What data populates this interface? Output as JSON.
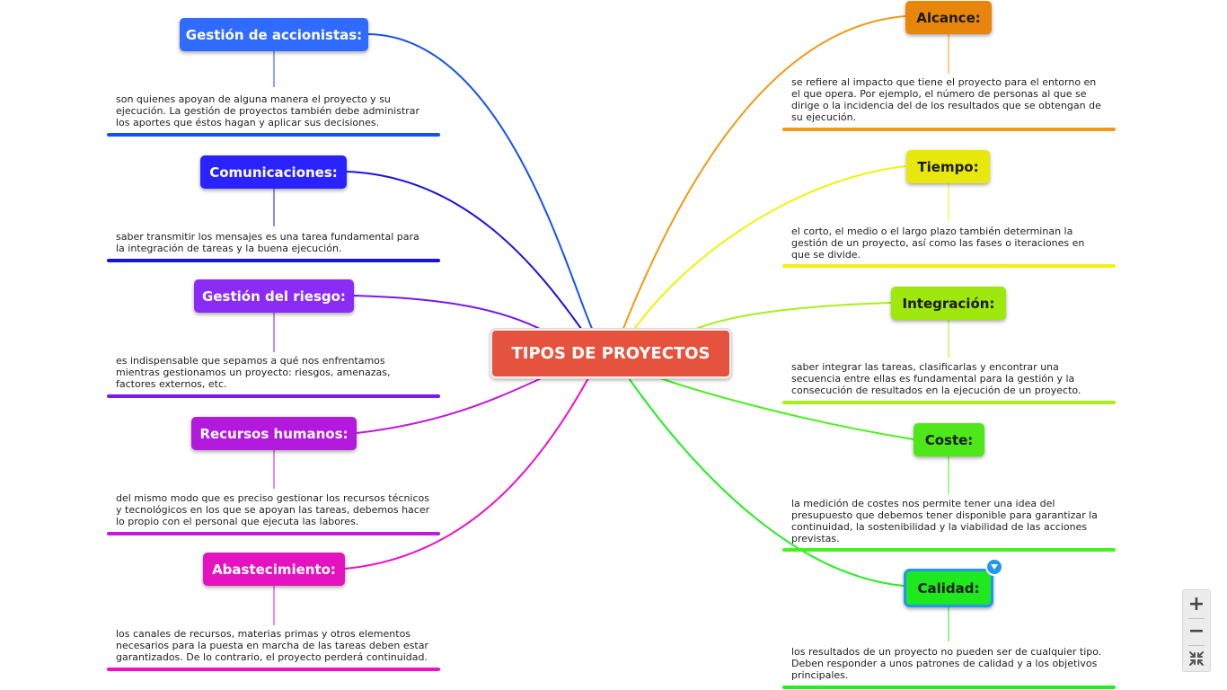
{
  "central": {
    "label": "TIPOS DE PROYECTOS"
  },
  "left_topics": [
    {
      "label": "Gestión de accionistas:",
      "color": "#2f6bff",
      "line_color": "#1552f0",
      "description": "son quienes apoyan de alguna manera el proyecto y su\nejecución. La gestión de proyectos también debe administrar\nlos aportes que éstos hagan y aplicar sus decisiones."
    },
    {
      "label": "Comunicaciones:",
      "color": "#2a22ff",
      "line_color": "#1a12e0",
      "description": "saber transmitir los mensajes es una tarea fundamental para\nla integración de tareas y la buena ejecución."
    },
    {
      "label": "Gestión del riesgo:",
      "color": "#8a2cf6",
      "line_color": "#7a18e8",
      "description": "es indispensable que sepamos a qué nos enfrentamos\nmientras gestionamos un proyecto: riesgos, amenazas,\nfactores externos, etc."
    },
    {
      "label": "Recursos humanos:",
      "color": "#b219dc",
      "line_color": "#c21ad8",
      "description": "del mismo modo que es preciso gestionar los recursos técnicos\ny tecnológicos en los que se apoyan las tareas, debemos hacer\nlo propio con el personal que ejecuta las labores."
    },
    {
      "label": "Abastecimiento:",
      "color": "#e412bf",
      "line_color": "#f00fc6",
      "description": "los canales de recursos, materias primas y otros elementos\nnecesarios para la puesta en marcha de las tareas deben estar\ngarantizados. De lo contrario, el proyecto perderá continuidad."
    }
  ],
  "right_topics": [
    {
      "label": "Alcance:",
      "color": "#e8860b",
      "line_color": "#f39a12",
      "description": "se refiere al impacto que tiene el proyecto para el entorno en\nel que opera. Por ejemplo, el número de personas al que se\ndirige o la incidencia del de los resultados que se obtengan de\nsu ejecución."
    },
    {
      "label": "Tiempo:",
      "color": "#e8e80c",
      "line_color": "#f2f20a",
      "description": "el corto, el medio o el largo plazo también determinan la\ngestión de un proyecto, así como las fases o iteraciones en\nque se divide."
    },
    {
      "label": "Integración:",
      "color": "#9ee80e",
      "line_color": "#a8f018",
      "description": "saber integrar las tareas, clasificarlas y encontrar una\nsecuencia entre ellas es fundamental para la gestión y la\nconsecución de resultados en la ejecución de un proyecto."
    },
    {
      "label": "Coste:",
      "color": "#4ee81a",
      "line_color": "#48f01e",
      "description": "la medición de costes nos permite tener una idea del\npresupuesto que debemos tener disponible para garantizar la\ncontinuidad, la sostenibilidad y la viabilidad de las acciones\nprevistas."
    },
    {
      "label": "Calidad:",
      "color": "#1ee81e",
      "line_color": "#22ee22",
      "selected": true,
      "description": "los resultados de un proyecto no pueden ser de cualquier tipo.\nDeben responder a unos patrones de calidad y a los objetivos\nprincipales."
    }
  ],
  "controls": {
    "zoom_in": "+",
    "zoom_out": "−",
    "fit_icon": "fit-screen-icon",
    "selection_color": "#2196f3"
  }
}
